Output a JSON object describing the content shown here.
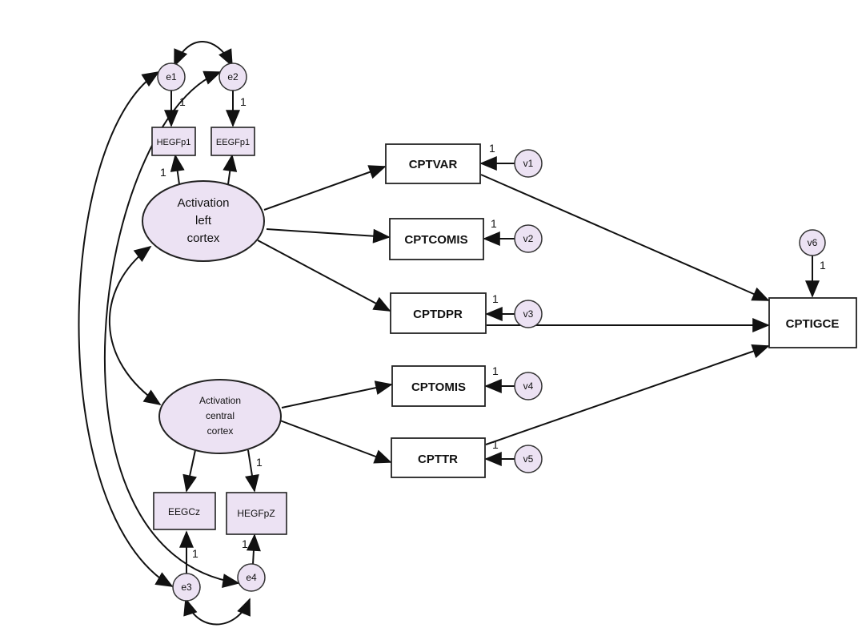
{
  "latents": {
    "left": {
      "lines": [
        "Activation",
        "left",
        "cortex"
      ]
    },
    "central": {
      "lines": [
        "Activation",
        "central",
        "cortex"
      ]
    }
  },
  "observed": {
    "hegfp1": "HEGFp1",
    "eegfp1": "EEGFp1",
    "eegcz": "EEGCz",
    "hegfpz": "HEGFpZ",
    "cptvar": "CPTVAR",
    "cptcomis": "CPTCOMIS",
    "cptdpr": "CPTDPR",
    "cptomis": "CPTOMIS",
    "cpttr": "CPTTR",
    "cptigce": "CPTIGCE"
  },
  "errors": {
    "e1": "e1",
    "e2": "e2",
    "e3": "e3",
    "e4": "e4",
    "v1": "v1",
    "v2": "v2",
    "v3": "v3",
    "v4": "v4",
    "v5": "v5",
    "v6": "v6"
  },
  "path_labels": {
    "e1_hegfp1": "1",
    "e2_eegfp1": "1",
    "left_hegfp1": "1",
    "central_hegfpz": "1",
    "e3_eegcz": "1",
    "e4_hegfpz": "1",
    "v1_cptvar": "1",
    "v2_cptcomis": "1",
    "v3_cptdpr": "1",
    "v4_cptomis": "1",
    "v5_cpttr": "1",
    "v6_cptigce": "1"
  }
}
